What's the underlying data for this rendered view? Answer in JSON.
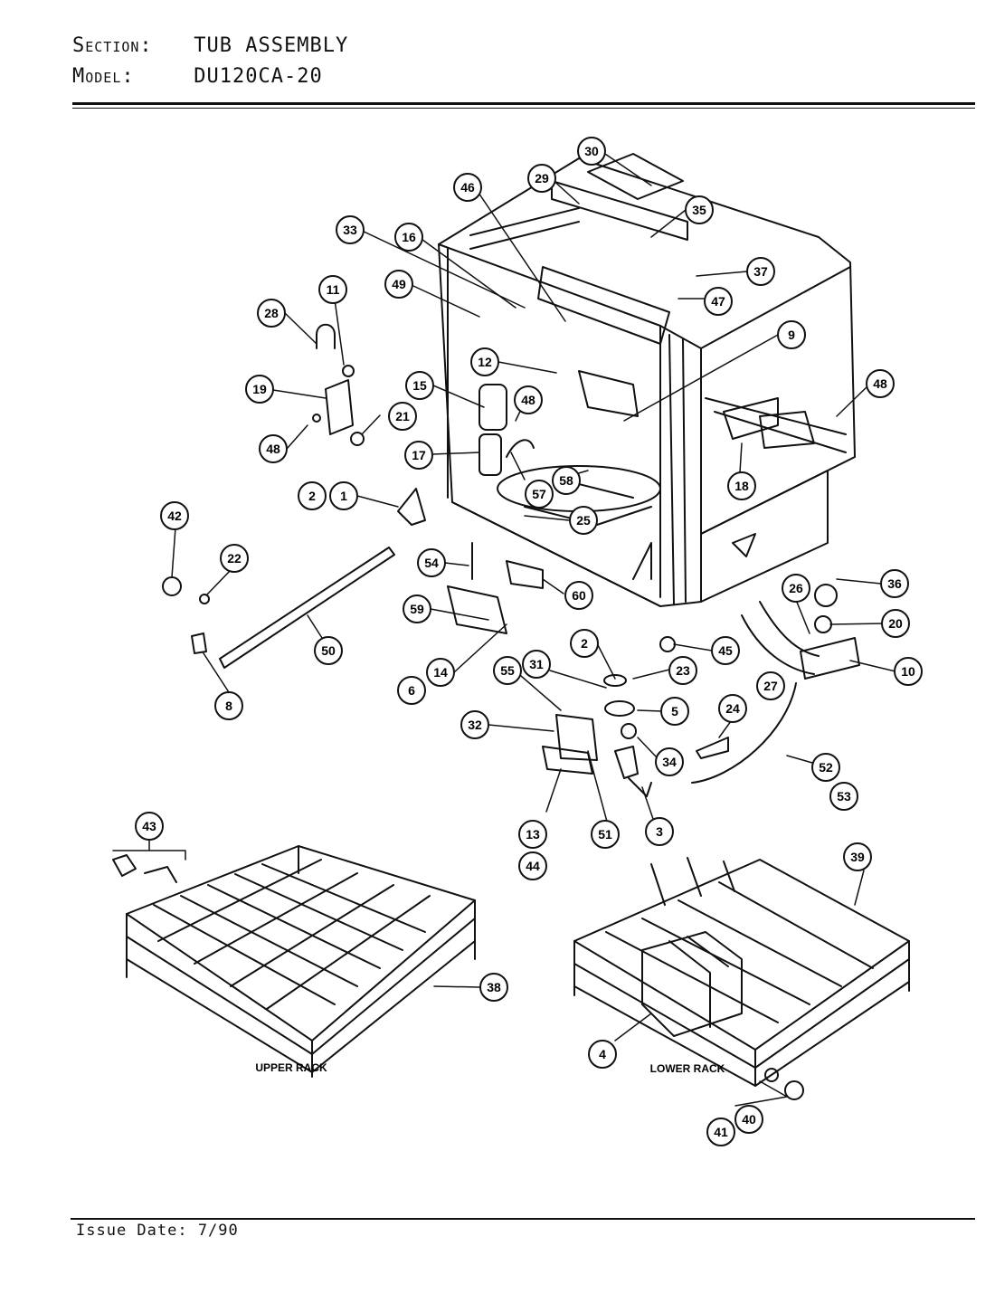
{
  "header": {
    "section_label": "Section:",
    "section_value": "TUB ASSEMBLY",
    "model_label": "Model:",
    "model_value": "DU120CA-20"
  },
  "footer": {
    "issue_date": "Issue Date: 7/90"
  },
  "rack_labels": {
    "upper": "UPPER RACK",
    "lower": "LOWER RACK"
  },
  "callouts": [
    "30",
    "29",
    "46",
    "35",
    "33",
    "16",
    "37",
    "49",
    "47",
    "11",
    "28",
    "9",
    "12",
    "15",
    "48",
    "19",
    "21",
    "48",
    "48",
    "17",
    "57",
    "58",
    "18",
    "2",
    "1",
    "25",
    "42",
    "22",
    "54",
    "36",
    "26",
    "20",
    "59",
    "60",
    "50",
    "45",
    "10",
    "8",
    "14",
    "6",
    "2",
    "23",
    "31",
    "27",
    "5",
    "55",
    "24",
    "32",
    "34",
    "52",
    "53",
    "13",
    "44",
    "51",
    "3",
    "43",
    "39",
    "38",
    "4",
    "40",
    "41"
  ]
}
